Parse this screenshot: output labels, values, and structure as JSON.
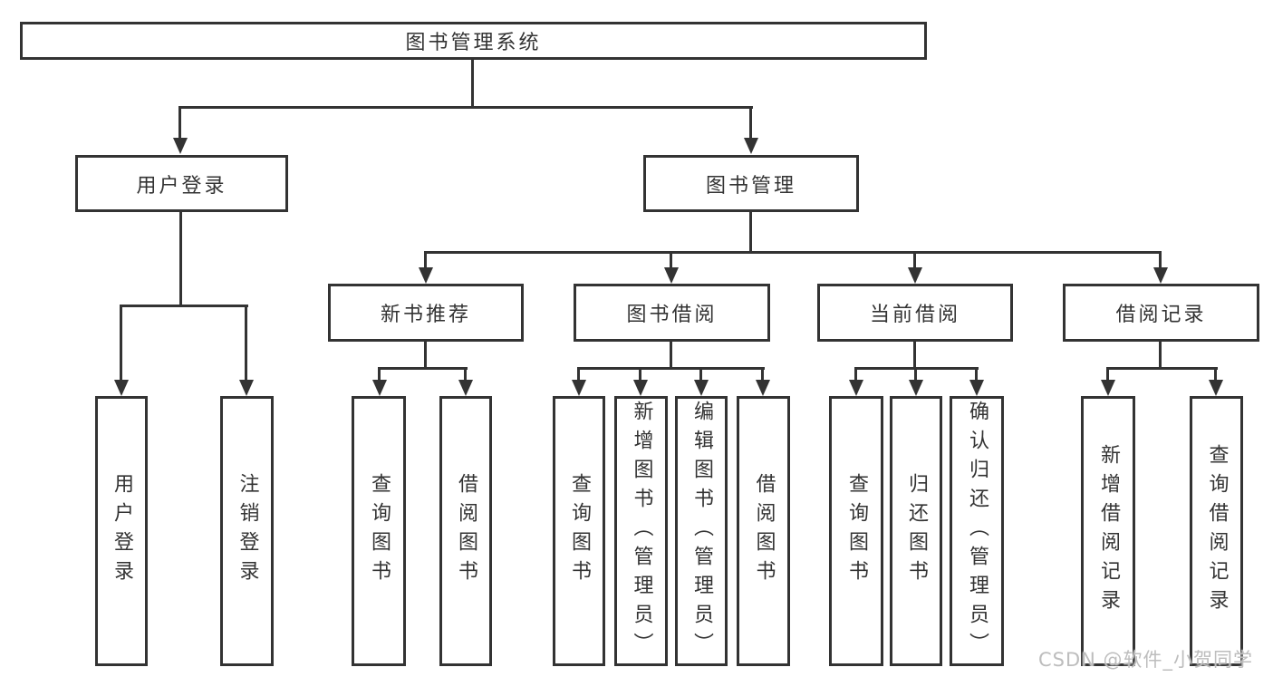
{
  "diagram": {
    "root": {
      "label": "图书管理系统"
    },
    "level2": [
      {
        "label": "用户登录"
      },
      {
        "label": "图书管理"
      }
    ],
    "level3": [
      {
        "label": "新书推荐"
      },
      {
        "label": "图书借阅"
      },
      {
        "label": "当前借阅"
      },
      {
        "label": "借阅记录"
      }
    ],
    "leaves": [
      {
        "label": "用户登录"
      },
      {
        "label": "注销登录"
      },
      {
        "label": "查询图书"
      },
      {
        "label": "借阅图书"
      },
      {
        "label": "查询图书"
      },
      {
        "label": "新增图书（管理员）"
      },
      {
        "label": "编辑图书（管理员）"
      },
      {
        "label": "借阅图书"
      },
      {
        "label": "查询图书"
      },
      {
        "label": "归还图书"
      },
      {
        "label": "确认归还（管理员）"
      },
      {
        "label": "新增借阅记录"
      },
      {
        "label": "查询借阅记录"
      }
    ],
    "colors": {
      "line": "#333333",
      "text": "#333333",
      "background": "#ffffff",
      "watermark": "#bdbdbd"
    },
    "watermark": "CSDN @软件_小贺同学"
  }
}
